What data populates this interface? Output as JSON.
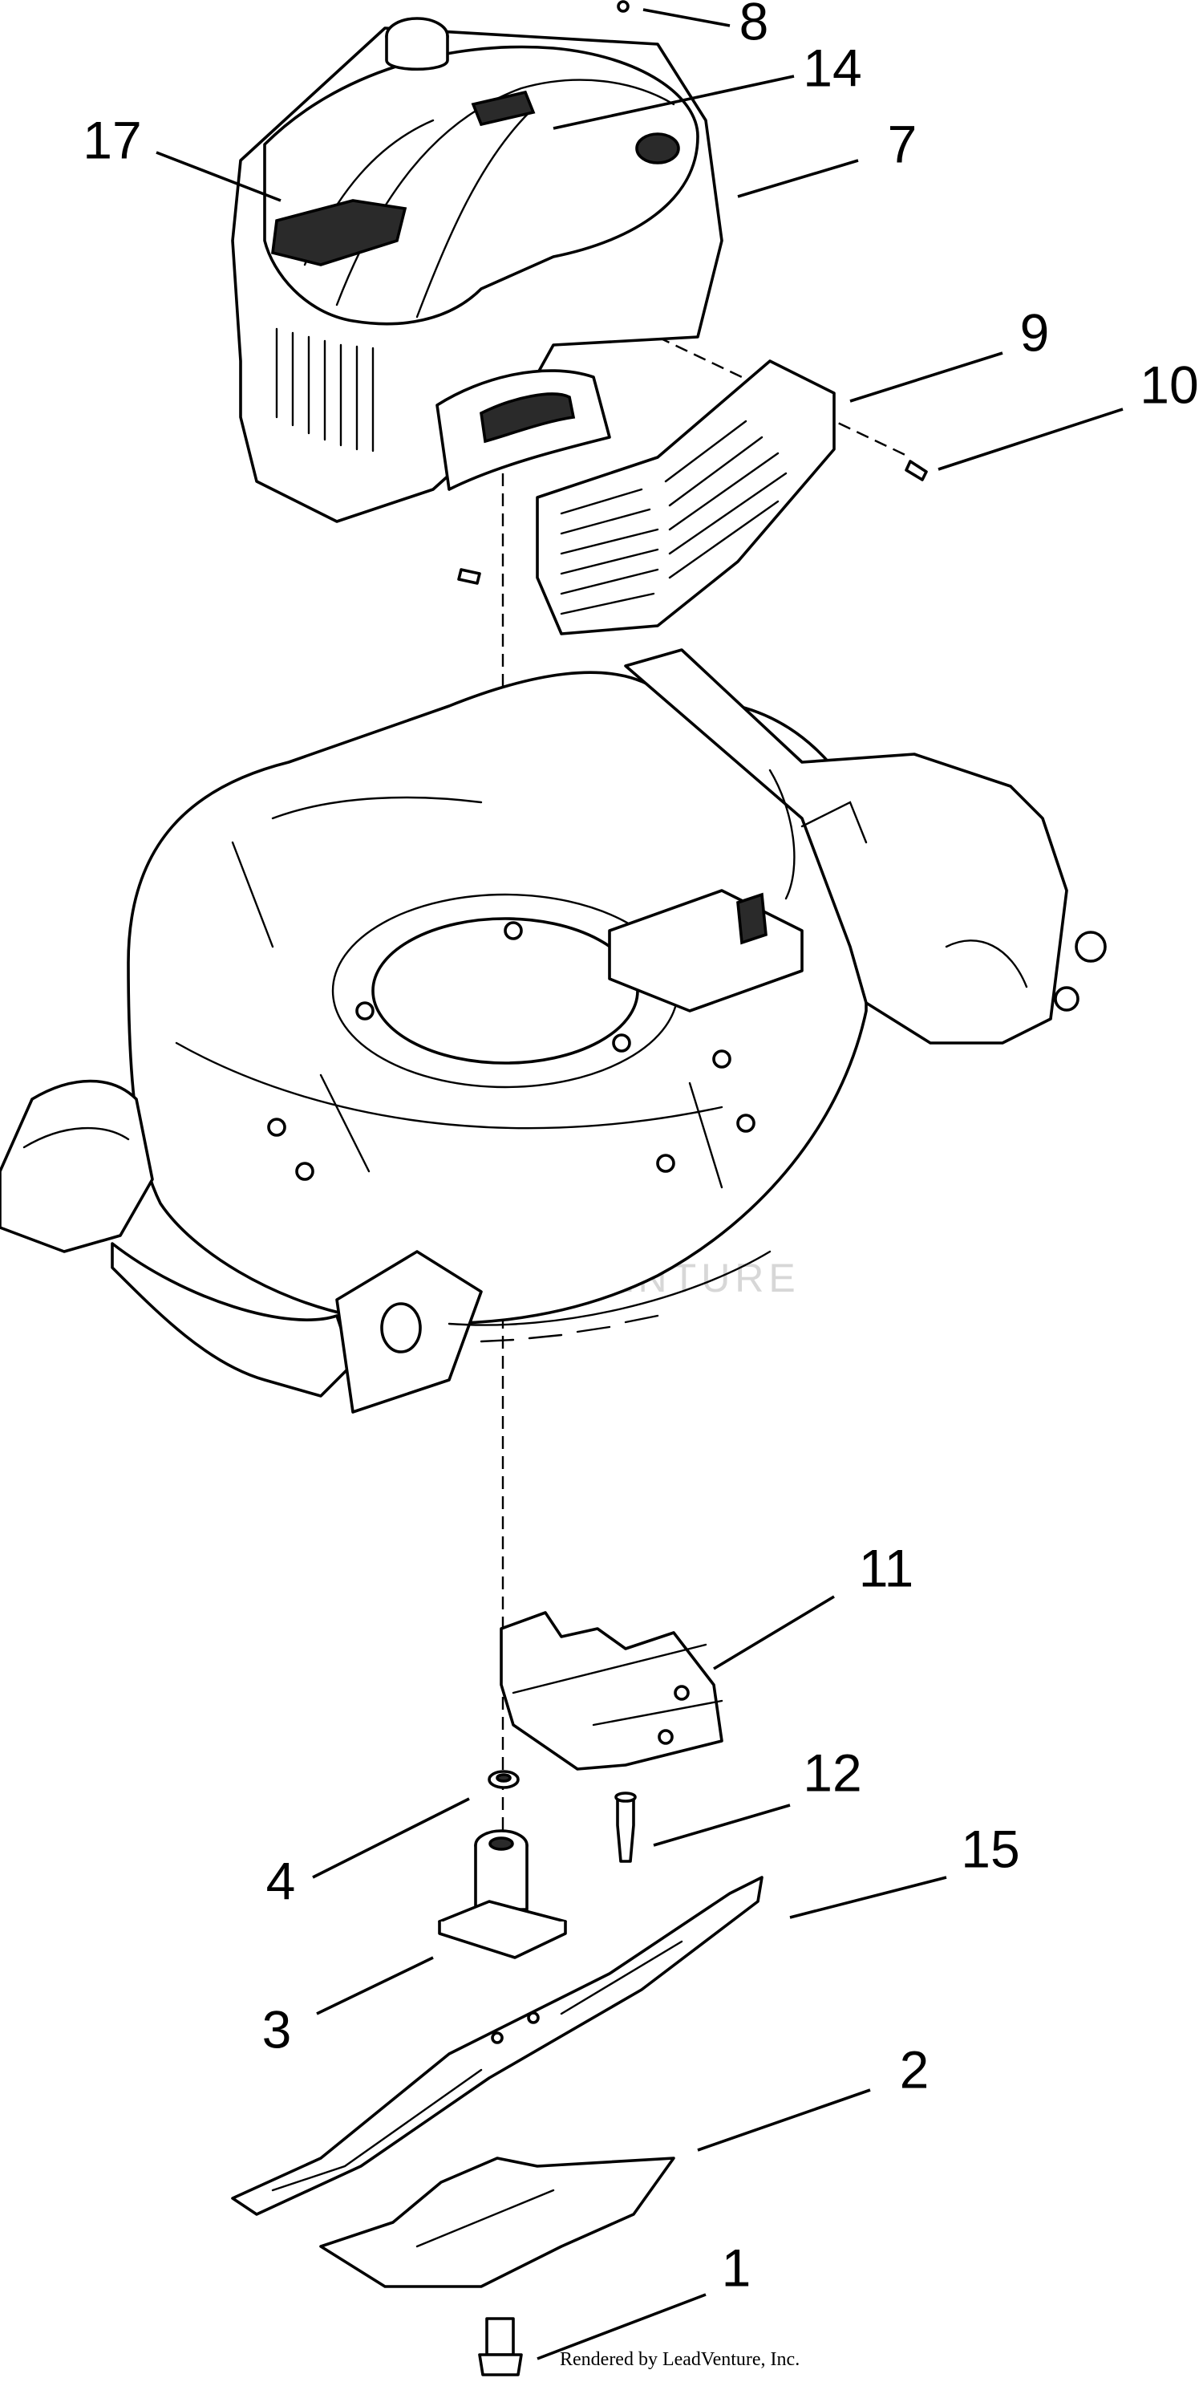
{
  "callouts": [
    {
      "id": "8",
      "label": "8"
    },
    {
      "id": "14",
      "label": "14"
    },
    {
      "id": "17",
      "label": "17"
    },
    {
      "id": "7",
      "label": "7"
    },
    {
      "id": "9",
      "label": "9"
    },
    {
      "id": "10",
      "label": "10"
    },
    {
      "id": "11",
      "label": "11"
    },
    {
      "id": "12",
      "label": "12"
    },
    {
      "id": "15",
      "label": "15"
    },
    {
      "id": "4",
      "label": "4"
    },
    {
      "id": "3",
      "label": "3"
    },
    {
      "id": "2",
      "label": "2"
    },
    {
      "id": "1",
      "label": "1"
    }
  ],
  "credit": "Rendered by LeadVenture, Inc.",
  "watermark": "LEADVENTURE",
  "icons": [
    "leadventure-logo-icon"
  ]
}
